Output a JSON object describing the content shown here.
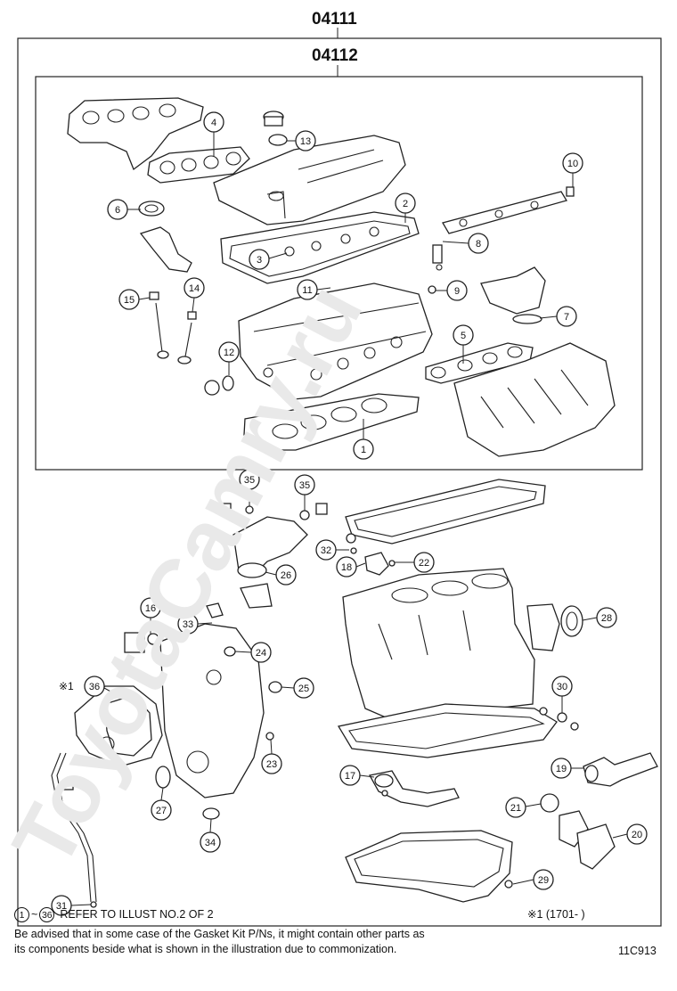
{
  "kit_outer": "04111",
  "kit_inner": "04112",
  "watermark": "ToyotaCamry.ru",
  "callouts": [
    {
      "num": "1"
    },
    {
      "num": "2"
    },
    {
      "num": "3"
    },
    {
      "num": "4"
    },
    {
      "num": "5"
    },
    {
      "num": "6"
    },
    {
      "num": "7"
    },
    {
      "num": "8"
    },
    {
      "num": "9"
    },
    {
      "num": "10"
    },
    {
      "num": "11"
    },
    {
      "num": "12"
    },
    {
      "num": "13"
    },
    {
      "num": "14"
    },
    {
      "num": "15"
    },
    {
      "num": "16"
    },
    {
      "num": "17"
    },
    {
      "num": "18"
    },
    {
      "num": "19"
    },
    {
      "num": "20"
    },
    {
      "num": "21"
    },
    {
      "num": "22"
    },
    {
      "num": "23"
    },
    {
      "num": "24"
    },
    {
      "num": "25"
    },
    {
      "num": "26"
    },
    {
      "num": "27"
    },
    {
      "num": "28"
    },
    {
      "num": "29"
    },
    {
      "num": "30"
    },
    {
      "num": "31"
    },
    {
      "num": "32"
    },
    {
      "num": "33"
    },
    {
      "num": "34"
    },
    {
      "num": "35"
    },
    {
      "num": "35"
    },
    {
      "num": "36"
    }
  ],
  "note_mark": "※1",
  "footer": {
    "refer_from": "1",
    "refer_sep": "~",
    "refer_to": "36",
    "refer_text": "REFER TO ILLUST NO.2 OF 2",
    "note_line1": "Be advised that in some case of the Gasket Kit P/Ns,  it might contain other parts as",
    "note_line2": "its components beside what is shown in the illustration due to commonization.",
    "date_note": "※1 (1701-      )",
    "illust_code": "11C913"
  }
}
